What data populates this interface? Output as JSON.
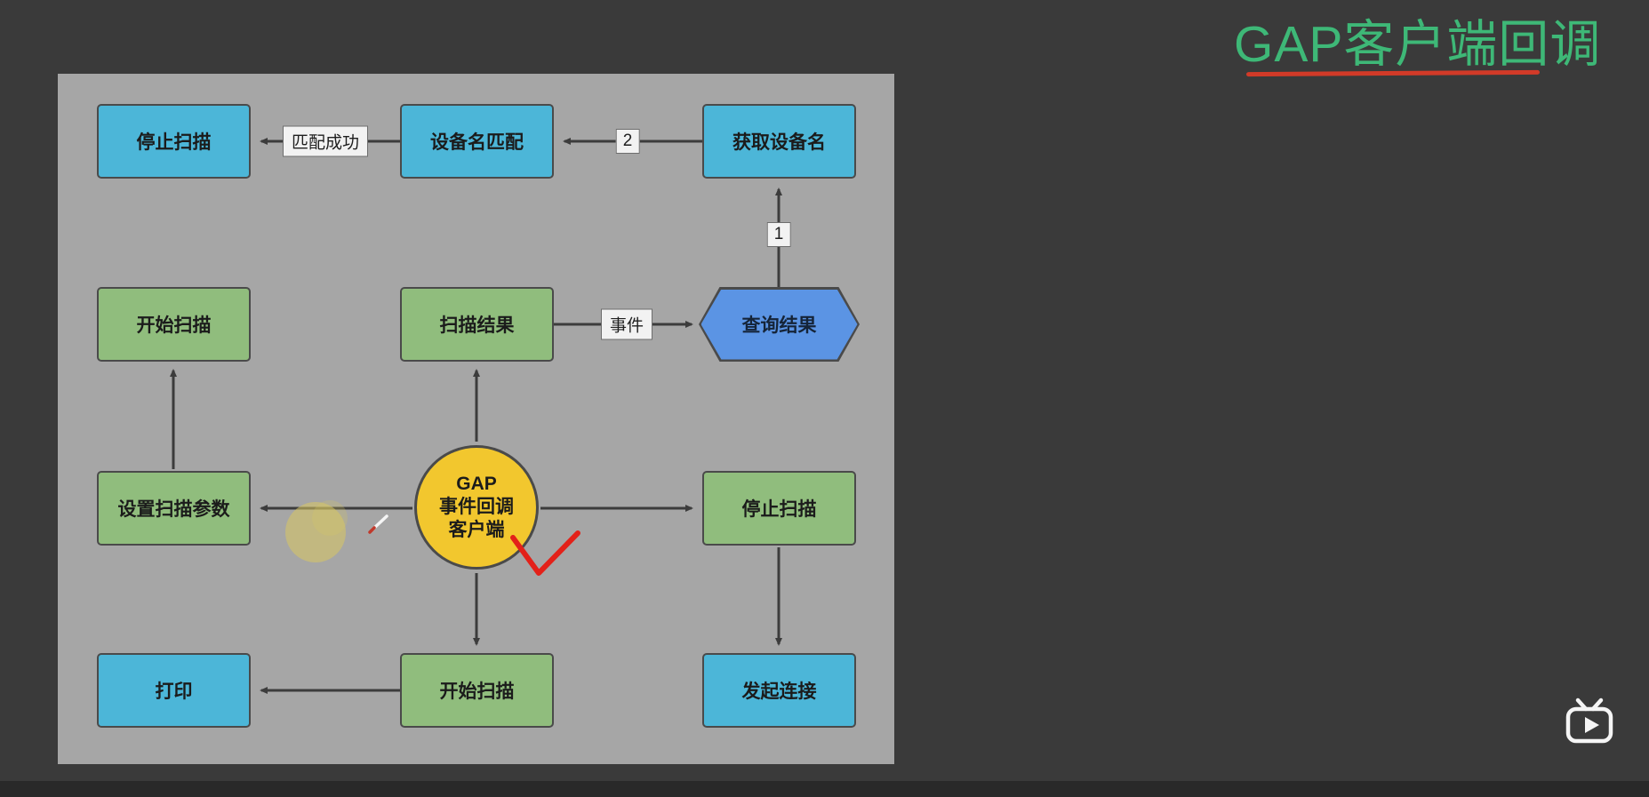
{
  "title": {
    "text": "GAP客户端回调"
  },
  "nodes": {
    "stop_scan_top": "停止扫描",
    "device_name_match": "设备名匹配",
    "get_device_name": "获取设备名",
    "start_scan_left": "开始扫描",
    "scan_result": "扫描结果",
    "query_result": "查询结果",
    "set_scan_params": "设置扫描参数",
    "gap_line1": "GAP",
    "gap_line2": "事件回调",
    "gap_line3": "客户端",
    "stop_scan_right": "停止扫描",
    "print": "打印",
    "start_scan_bottom": "开始扫描",
    "initiate_connection": "发起连接"
  },
  "edge_labels": {
    "match_success": "匹配成功",
    "step_2": "2",
    "step_1": "1",
    "event": "事件"
  },
  "icons": {
    "watermark": "tv-play-icon",
    "cursor": "pen-cursor-icon"
  },
  "colors": {
    "background": "#3a3a3a",
    "panel": "#a6a6a6",
    "blue_node": "#4cb6d8",
    "green_node": "#90bd7d",
    "hexagon_node": "#5b94e4",
    "center_node": "#f2c72e",
    "arrow": "#3c3c3c",
    "title_green": "#3eb877",
    "underline_red": "#d23a28",
    "annotation_red": "#e32119"
  }
}
